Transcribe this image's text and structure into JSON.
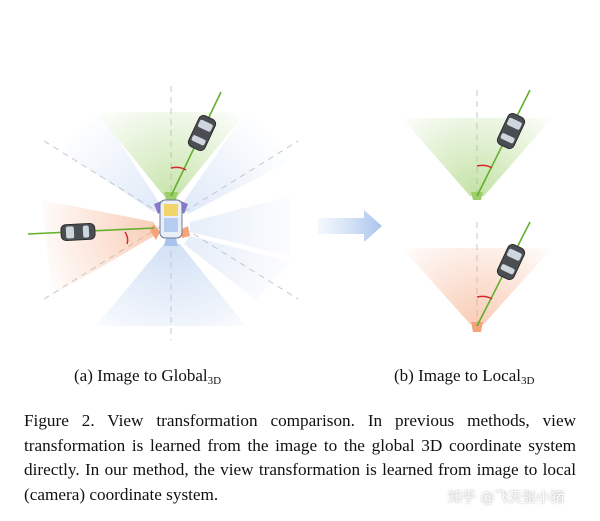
{
  "figure": {
    "panel_a": {
      "label": "(a) Image to Global",
      "label_sub": "3D"
    },
    "panel_b": {
      "label": "(b) Image to Local",
      "label_sub": "3D"
    },
    "colors": {
      "green": "#9ccf6a",
      "orange": "#f4a37a",
      "blue": "#a9c4ec",
      "purple": "#8a78c8",
      "yellow": "#f2d25a",
      "arrow": "#bcd3f2",
      "ray": "#62b02e",
      "angle": "#d8262b"
    }
  },
  "caption": "Figure 2. View transformation comparison. In previous methods, view transformation is learned from the image to the global 3D coordinate system directly. In our method, the view transformation is learned from image to local (camera) coordinate system.",
  "watermark": "知乎 @飞天张小猪"
}
